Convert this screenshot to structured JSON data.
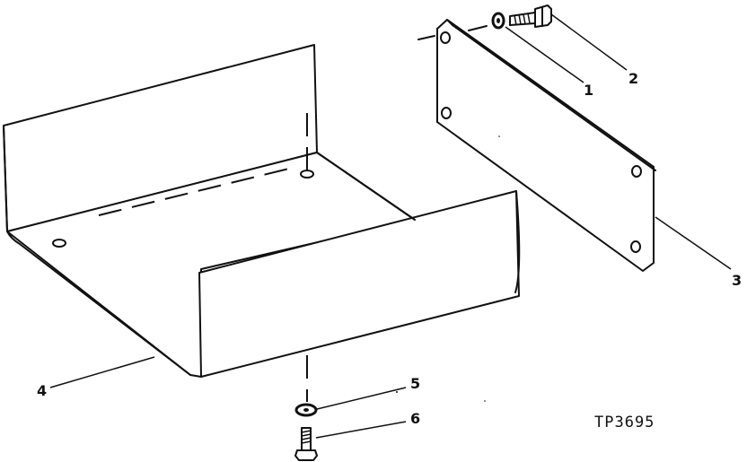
{
  "callouts": [
    {
      "number": "1",
      "part": "washer"
    },
    {
      "number": "2",
      "part": "cap-screw"
    },
    {
      "number": "3",
      "part": "plate"
    },
    {
      "number": "4",
      "part": "channel-shield"
    },
    {
      "number": "5",
      "part": "washer"
    },
    {
      "number": "6",
      "part": "cap-screw"
    }
  ],
  "figure_id": "TP3695"
}
